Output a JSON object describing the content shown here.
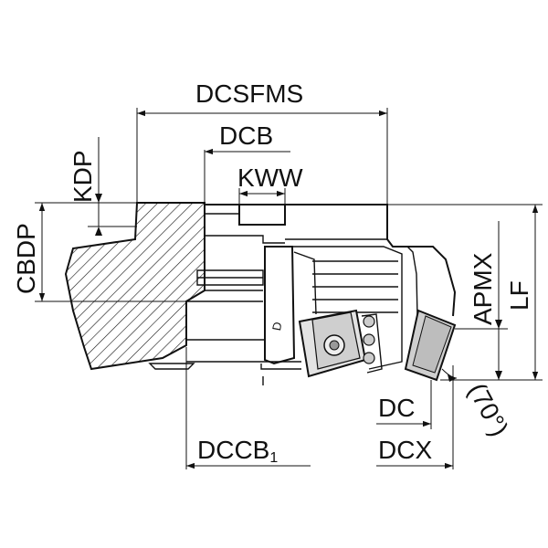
{
  "diagram": {
    "labels": {
      "dcsfms": "DCSFMS",
      "dcb": "DCB",
      "kww": "KWW",
      "kdp": "KDP",
      "cbdp": "CBDP",
      "apmx": "APMX",
      "lf": "LF",
      "dc": "DC",
      "dcx": "DCX",
      "dccb": "DCCB",
      "dccb_sub": "1",
      "angle": "(70°)"
    },
    "colors": {
      "stroke": "#111111",
      "insert_fill": "#d9d9d9",
      "insert_dark": "#777777",
      "background": "#ffffff"
    }
  }
}
